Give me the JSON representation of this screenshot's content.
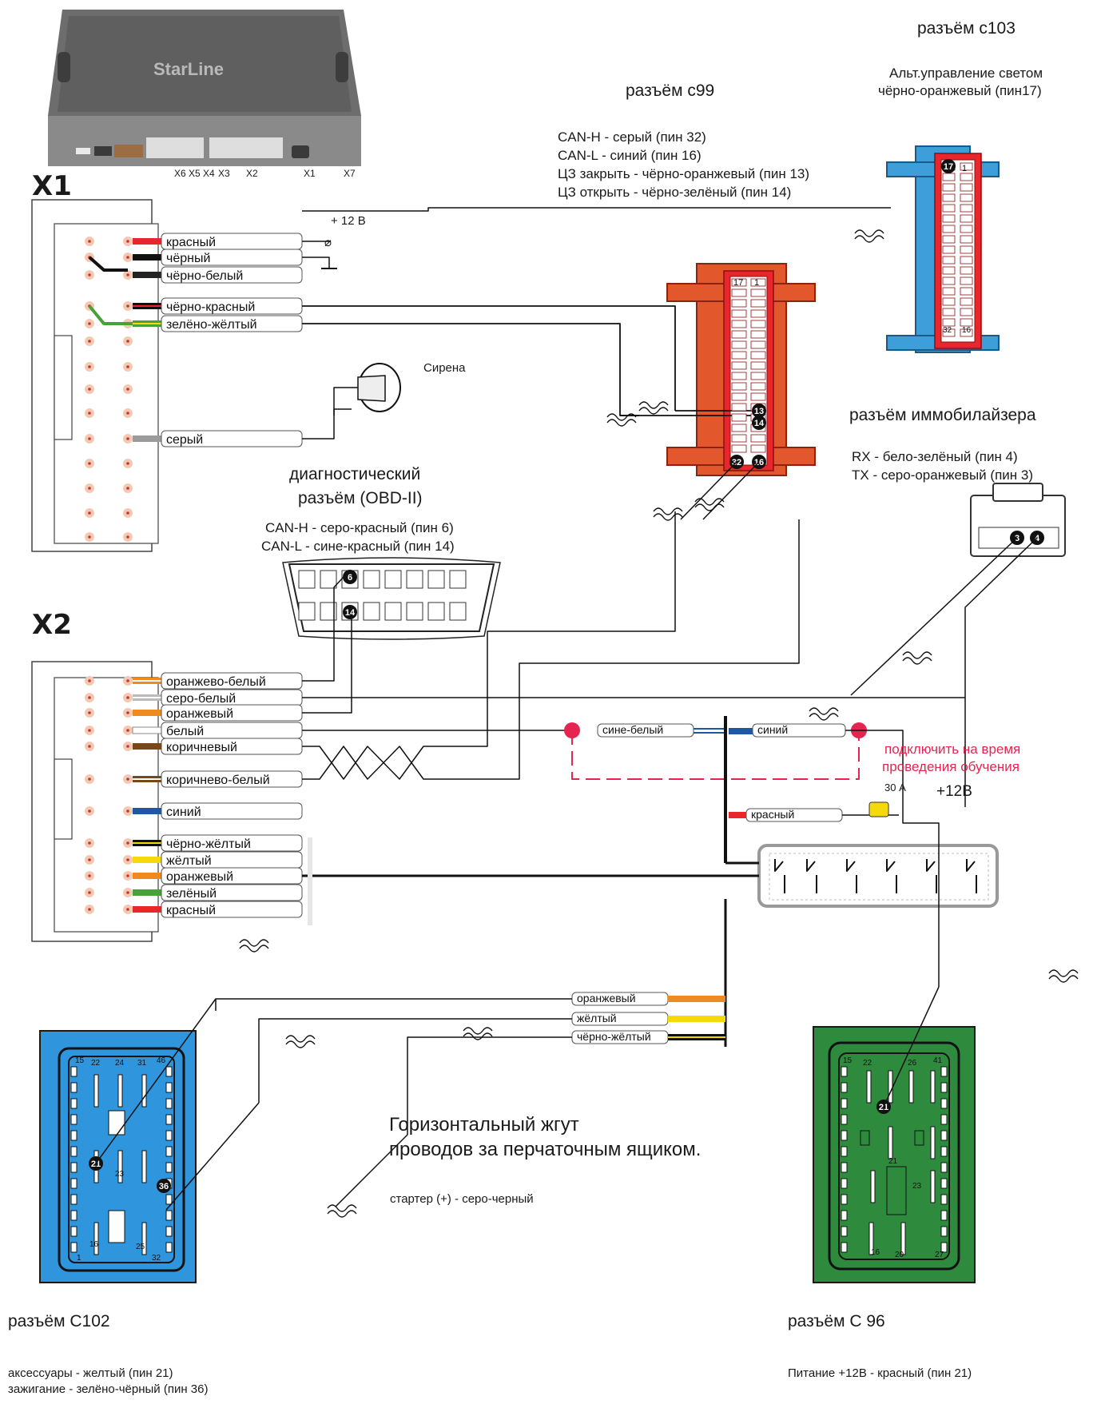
{
  "module": {
    "brand": "StarLine",
    "ports": [
      "X6",
      "X5",
      "X4",
      "X3",
      "X2",
      "X1",
      "X7"
    ]
  },
  "x1": {
    "title": "X1",
    "plus12_label": "+ 12 В",
    "wires": [
      "красный",
      "чёрный",
      "чёрно-белый",
      "чёрно-красный",
      "зелёно-жёлтый",
      "серый"
    ],
    "siren_label": "Сирена"
  },
  "x2": {
    "title": "X2",
    "wires": [
      "оранжево-белый",
      "серо-белый",
      "оранжевый",
      "белый",
      "коричневый",
      "коричнево-белый",
      "синий",
      "чёрно-жёлтый",
      "жёлтый",
      "оранжевый",
      "зелёный",
      "красный"
    ]
  },
  "c99": {
    "title": "разъём c99",
    "lines": [
      "CAN-H - серый (пин 32)",
      "CAN-L - синий (пин 16)",
      "ЦЗ закрыть - чёрно-оранжевый (пин 13)",
      "ЦЗ открыть - чёрно-зелёный (пин 14)"
    ],
    "pins": [
      "17",
      "1",
      "13",
      "14",
      "32",
      "16"
    ]
  },
  "c103": {
    "title": "разъём c103",
    "lines": [
      "Альт.управление светом",
      "чёрно-оранжевый (пин17)"
    ],
    "pins": [
      "17",
      "1",
      "32",
      "16"
    ]
  },
  "obd": {
    "title_lines": [
      "диагностический",
      "разъём (OBD-II)"
    ],
    "lines": [
      "CAN-H - серо-красный (пин 6)",
      "CAN-L - сине-красный (пин 14)"
    ],
    "pins": [
      "6",
      "14"
    ]
  },
  "immo": {
    "title": "разъём иммобилайзера",
    "lines": [
      "RX - бело-зелёный (пин 4)",
      "TX - серо-оранжевый (пин 3)"
    ],
    "pins": [
      "3",
      "4"
    ]
  },
  "relay": {
    "left_wire": "сине-белый",
    "right_wire": "синий",
    "note_lines": [
      "подключить на время",
      "проведения обучения"
    ],
    "red_wire": "красный",
    "fuse_label": "30 А",
    "plus12_label": "+12В",
    "bottom_wires": [
      "оранжевый",
      "жёлтый",
      "чёрно-жёлтый"
    ]
  },
  "c102": {
    "title": "разъём С102",
    "lines": [
      "аксессуары - желтый (пин 21)",
      "зажигание - зелёно-чёрный (пин 36)"
    ],
    "pins": [
      "15",
      "22",
      "24",
      "31",
      "46",
      "21",
      "23",
      "36",
      "16",
      "25",
      "1",
      "32"
    ]
  },
  "c96": {
    "title": "разъём С 96",
    "lines": [
      "Питание +12В - красный (пин 21)"
    ],
    "pins": [
      "15",
      "22",
      "26",
      "41",
      "21",
      "21",
      "23",
      "16",
      "20",
      "27"
    ]
  },
  "harness": {
    "lines": [
      "Горизонтальный жгут",
      "проводов за перчаточным ящиком."
    ],
    "starter": "стартер (+) - серо-черный"
  },
  "colors": {
    "red": "#e8262b",
    "black": "#111111",
    "green": "#47a23a",
    "yellow": "#f5d90a",
    "orange": "#ef8a1e",
    "grey": "#9b9b9b",
    "blue": "#1d57a6",
    "brown": "#7a4716",
    "c99_fill": "#e2572b",
    "c103_fill": "#3d9ed9",
    "c102_fill": "#2f96dd",
    "c96_fill": "#2e8b3e",
    "accent_red": "#e4254f"
  }
}
